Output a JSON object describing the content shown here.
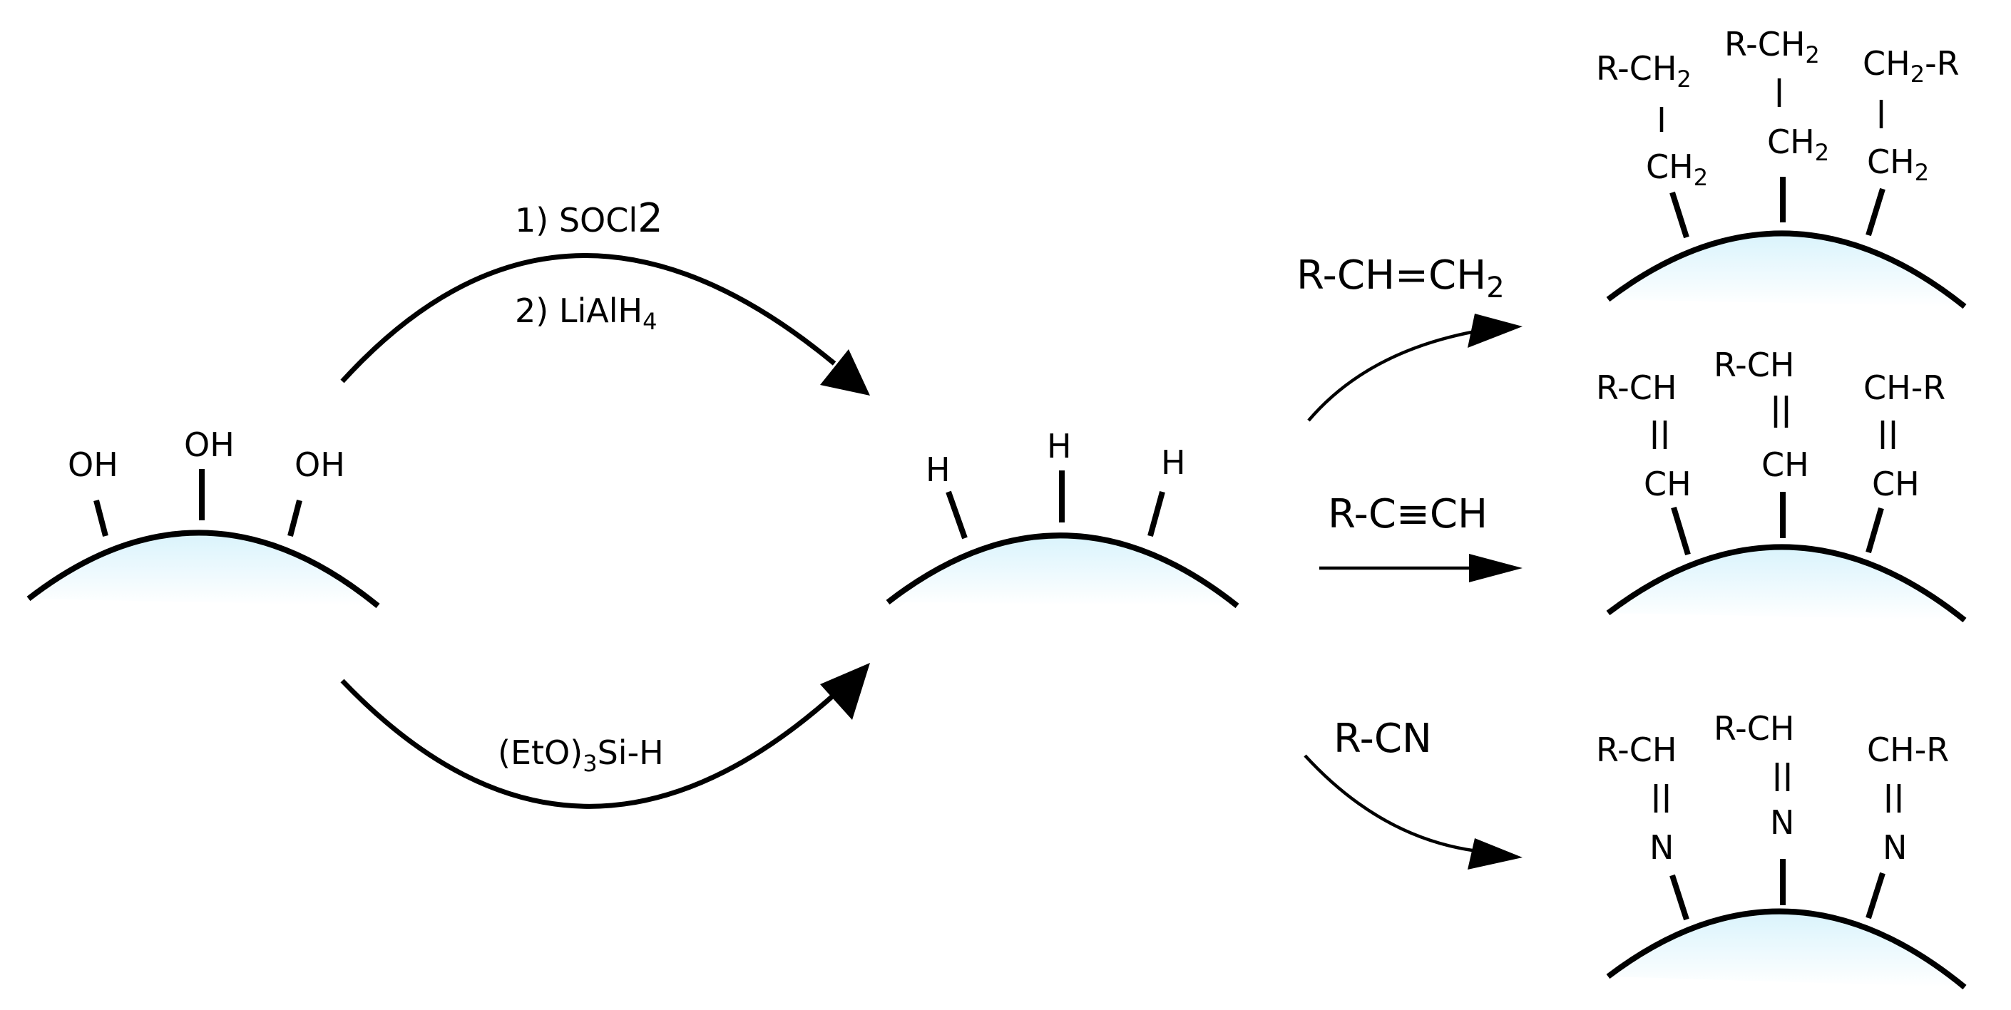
{
  "reagents": {
    "top_step1_pre": "1) SOCl",
    "top_step1_sub": "2",
    "top_step2_pre": "2) LiAlH",
    "top_step2_sub": "4",
    "bottom_pre": "(EtO)",
    "bottom_sub": "3",
    "bottom_post": "Si-H",
    "alkene_pre": "R-CH=CH",
    "alkene_sub": "2",
    "alkyne": "R-C≡CH",
    "nitrile": "R-CN"
  },
  "start_surface": {
    "groups": [
      "OH",
      "OH",
      "OH"
    ]
  },
  "hydride_surface": {
    "groups": [
      "H",
      "H",
      "H"
    ]
  },
  "alkyl_product": {
    "left_top_pre": "R-CH",
    "left_top_sub": "2",
    "left_bottom_pre": "CH",
    "left_bottom_sub": "2",
    "mid_top_pre": "R-CH",
    "mid_top_sub": "2",
    "mid_bottom_pre": "CH",
    "mid_bottom_sub": "2",
    "right_top_pre": "CH",
    "right_top_sub": "2",
    "right_top_post": "-R",
    "right_bottom_pre": "CH",
    "right_bottom_sub": "2"
  },
  "alkenyl_product": {
    "left_top": "R-CH",
    "left_bottom": "CH",
    "mid_top": "R-CH",
    "mid_bottom": "CH",
    "right_top": "CH-R",
    "right_bottom": "CH"
  },
  "imine_product": {
    "left_top": "R-CH",
    "left_bottom": "N",
    "mid_top": "R-CH",
    "mid_bottom": "N",
    "right_top": "CH-R",
    "right_bottom": "N"
  },
  "colors": {
    "surface_top": "#ffffff",
    "surface_bottom": "#d4f0fb"
  }
}
